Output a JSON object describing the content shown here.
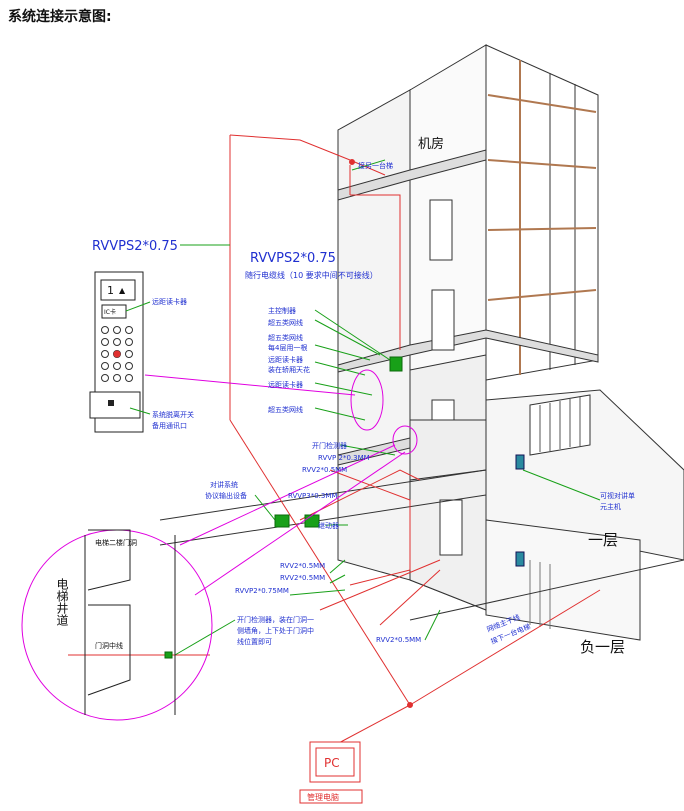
{
  "title": "系统连接示意图:",
  "floors": {
    "machine_room": "机房",
    "floor1": "一层",
    "basement": "负一层"
  },
  "wires": {
    "left_main": "RVVPS2*0.75",
    "right_main": "RVVPS2*0.75",
    "right_main_note": "随行电缆线（10 要求中间不可接线）",
    "door_rvvp": "RVVP 2*0.3MM",
    "rvv2_05": "RVV2*0.5MM",
    "rvvp3": "RVVP3*0.3MM",
    "rvv2_05_b": "RVV2*0.5MM",
    "rvv2_05_c": "RVV2*0.5MM",
    "rvvp2_075": "RVVP2*0.75MM",
    "rvv2_05_d": "RVV2*0.5MM",
    "top_note": "接另一台梯",
    "network_note_1": "网络主干线",
    "network_note_2": "接下一台电梯"
  },
  "annotations": {
    "main_controller": "主控制器",
    "cat5_a": "超五类网线",
    "cat5_b": "超五类网线",
    "per_cat5": "每4层用一根",
    "remote_reader_top": "远距读卡器",
    "mount_on_car": "装在轿厢天花",
    "remote_reader_mid": "远距读卡器",
    "cat5_c": "超五类网线",
    "door_detector": "开门检测器",
    "intercom_1": "对讲系统",
    "intercom_2": "协议输出设备",
    "relay": "继动器",
    "visual_intercom_1": "可视对讲单",
    "visual_intercom_2": "元主机",
    "door_detector_note_1": "开门检测器，装在门洞一",
    "door_detector_note_2": "侧墙角，上下处于门洞中",
    "door_detector_note_3": "线位置即可",
    "pc_label": "PC",
    "pc_caption": "管理电脑"
  },
  "panel": {
    "display": "1",
    "display_arrow": "▲",
    "reader": "IC卡",
    "reader_label": "远距读卡器",
    "system_switch": "系统脱离开关",
    "backup_intercom": "备用通讯口"
  },
  "detail": {
    "shaft": "电梯井道",
    "door_frame": "电梯二楼门洞",
    "door_center": "门洞中线"
  },
  "colors": {
    "red": "#e03030",
    "green": "#18a018",
    "blue": "#2030d0",
    "magenta": "#e000e0",
    "brown": "#b07850"
  }
}
